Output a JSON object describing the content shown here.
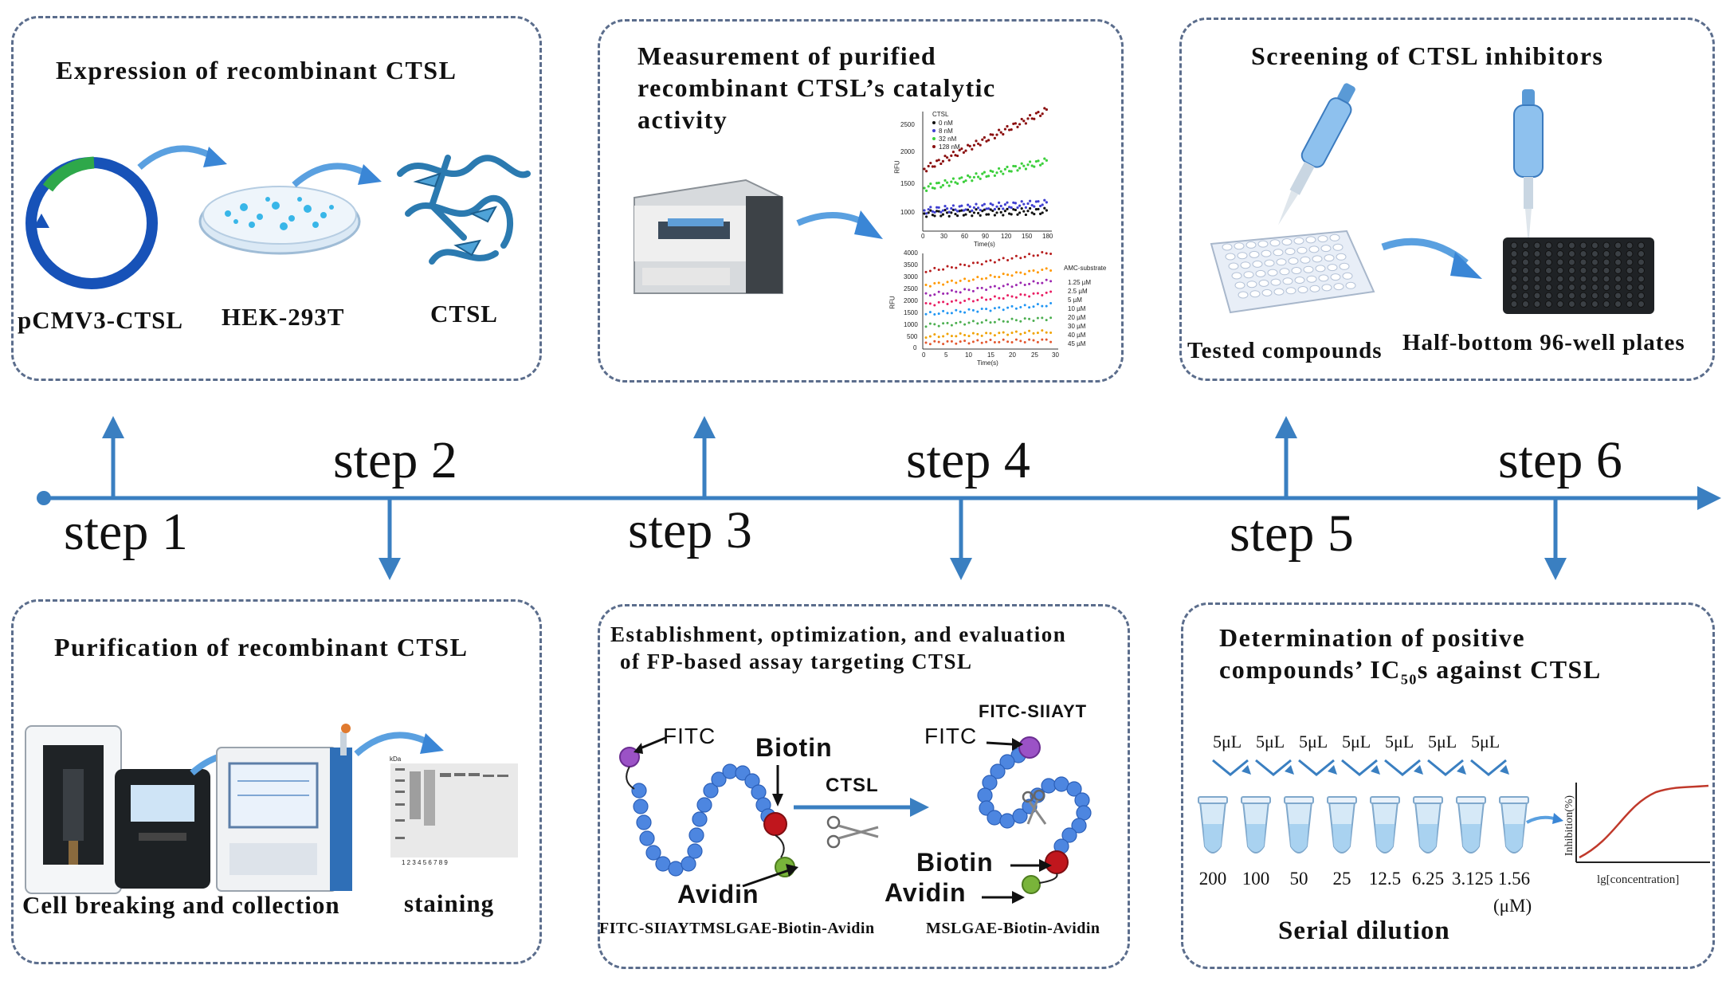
{
  "timeline": {
    "steps": [
      "step 1",
      "step 2",
      "step 3",
      "step 4",
      "step 5",
      "step 6"
    ],
    "colors": {
      "axis": "#3a7fc1",
      "panel_border": "#5b6d8c"
    }
  },
  "panel1": {
    "title": "Expression of recombinant CTSL",
    "labels": [
      "pCMV3-CTSL",
      "HEK-293T",
      "CTSL"
    ]
  },
  "panel2": {
    "title": "Purification of recombinant CTSL",
    "labels": [
      "Cell breaking and collection",
      "staining"
    ],
    "gel_header": "kDa",
    "gel_lanes": "1   2   3   4   5   6   7   8   9"
  },
  "panel3": {
    "title_line1": "Measurement of purified",
    "title_line2": "recombinant CTSL’s catalytic",
    "title_line3": "activity",
    "plot1": {
      "legend_title": "CTSL",
      "legend": [
        "0 nM",
        "8 nM",
        "32 nM",
        "128 nM"
      ],
      "ylabel": "RFU",
      "xlabel": "Time(s)",
      "yticks": [
        "2500",
        "2000",
        "1500",
        "1000"
      ],
      "xticks": [
        "0",
        "30",
        "60",
        "90",
        "120",
        "150",
        "180"
      ]
    },
    "plot2": {
      "legend_title": "AMC-substrate",
      "legend": [
        "1.25 µM",
        "2.5 µM",
        "5 µM",
        "10 µM",
        "20 µM",
        "30 µM",
        "40 µM",
        "45 µM"
      ],
      "ylabel": "RFU",
      "xlabel": "Time(s)",
      "yticks": [
        "4000",
        "3500",
        "3000",
        "2500",
        "2000",
        "1500",
        "1000",
        "500",
        "0"
      ],
      "xticks": [
        "0",
        "5",
        "10",
        "15",
        "20",
        "25",
        "30"
      ]
    }
  },
  "panel4": {
    "title_line1": "Establishment, optimization, and evaluation",
    "title_line2": "of FP-based assay targeting CTSL",
    "fitc": "FITC",
    "biotin": "Biotin",
    "avidin": "Avidin",
    "enzyme": "CTSL",
    "product_label": "FITC-SIIAYT",
    "substrate_caption": "FITC-SIIAYTMSLGAE-Biotin-Avidin",
    "product_caption": "MSLGAE-Biotin-Avidin"
  },
  "panel5": {
    "title": "Screening of CTSL inhibitors",
    "labels": [
      "Tested compounds",
      "Half-bottom 96-well plates"
    ]
  },
  "panel6": {
    "title_line1": "Determination of positive",
    "title_line2_pre": "compounds’ IC",
    "title_line2_sub": "50",
    "title_line2_post": "s against CTSL",
    "transfer": [
      "5μL",
      "5μL",
      "5μL",
      "5μL",
      "5μL",
      "5μL",
      "5μL"
    ],
    "concentrations": [
      "200",
      "100",
      "50",
      "25",
      "12.5",
      "6.25",
      "3.125",
      "1.56"
    ],
    "unit": "(μM)",
    "caption": "Serial dilution",
    "curve_ylabel": "Inhibition(%)",
    "curve_xlabel": "lg[concentration]"
  }
}
